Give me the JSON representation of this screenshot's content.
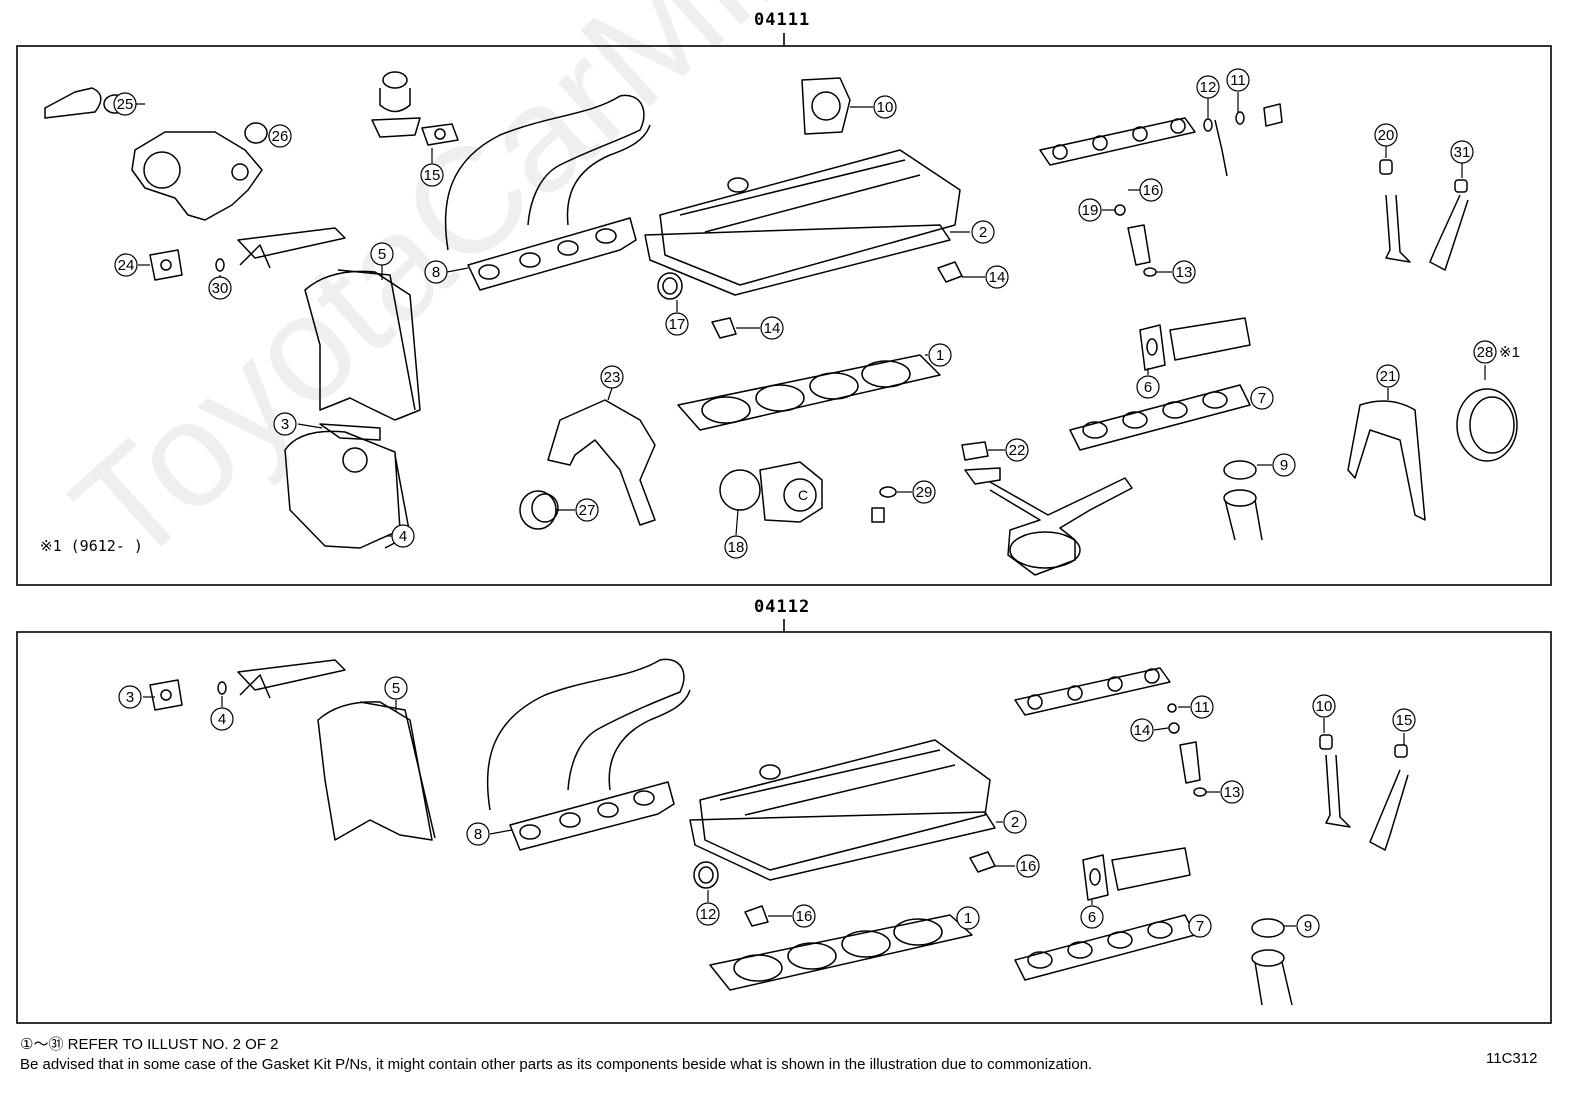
{
  "panels": [
    {
      "code": "04111",
      "star_note": "※1 (9612-     )",
      "callouts": [
        {
          "n": "25"
        },
        {
          "n": "26"
        },
        {
          "n": "15"
        },
        {
          "n": "10"
        },
        {
          "n": "12"
        },
        {
          "n": "11"
        },
        {
          "n": "20"
        },
        {
          "n": "31"
        },
        {
          "n": "16"
        },
        {
          "n": "19"
        },
        {
          "n": "13"
        },
        {
          "n": "2"
        },
        {
          "n": "14"
        },
        {
          "n": "24"
        },
        {
          "n": "30"
        },
        {
          "n": "5"
        },
        {
          "n": "8"
        },
        {
          "n": "17"
        },
        {
          "n": "14"
        },
        {
          "n": "1"
        },
        {
          "n": "6"
        },
        {
          "n": "28",
          "suffix": "※1"
        },
        {
          "n": "21"
        },
        {
          "n": "7"
        },
        {
          "n": "23"
        },
        {
          "n": "3"
        },
        {
          "n": "22"
        },
        {
          "n": "9"
        },
        {
          "n": "29"
        },
        {
          "n": "27"
        },
        {
          "n": "4"
        },
        {
          "n": "18"
        }
      ]
    },
    {
      "code": "04112",
      "callouts": [
        {
          "n": "3"
        },
        {
          "n": "4"
        },
        {
          "n": "5"
        },
        {
          "n": "11"
        },
        {
          "n": "10"
        },
        {
          "n": "15"
        },
        {
          "n": "14"
        },
        {
          "n": "13"
        },
        {
          "n": "8"
        },
        {
          "n": "2"
        },
        {
          "n": "16"
        },
        {
          "n": "12"
        },
        {
          "n": "16"
        },
        {
          "n": "1"
        },
        {
          "n": "6"
        },
        {
          "n": "7"
        },
        {
          "n": "9"
        }
      ]
    }
  ],
  "footer": {
    "range_note": "①～㉛ REFER TO ILLUST NO. 2 OF 2",
    "disclaimer": "Be advised that in some case of the Gasket Kit P/Ns,  it might contain other parts as its components beside what is shown in the illustration due to commonization.",
    "illustration_code": "11C312"
  },
  "watermark": "ToyotaCarMine.ru"
}
